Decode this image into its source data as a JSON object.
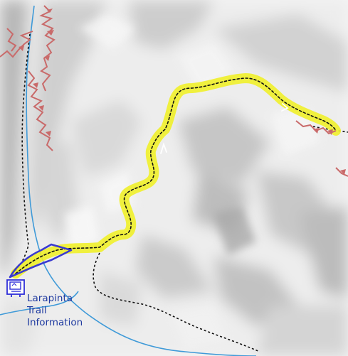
{
  "map": {
    "poi": {
      "label_lines": [
        "Larapinta",
        "Trail",
        "Information"
      ],
      "icon": "information-board-icon"
    },
    "colors": {
      "hillshade_dark": "#b9b9b9",
      "hillshade_mid": "#d7d7d7",
      "hillshade_light": "#ececec",
      "route_highlight": "#f0f02a",
      "trail_dashed": "#111111",
      "stream": "#3f9ad8",
      "cliff": "#c96a6a",
      "marker_outline": "#3a3ad0",
      "label_text": "#1f3aa0"
    }
  }
}
